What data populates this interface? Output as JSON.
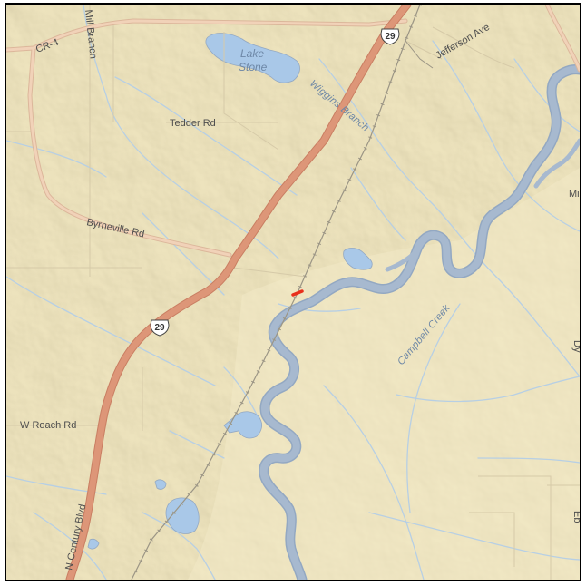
{
  "map": {
    "colors": {
      "land": "#ede3bd",
      "water": "#a9c8e8",
      "river": "#a7b9cf",
      "river_edge": "#93a8c2",
      "stream": "#b7cfe4",
      "highway": "#dd9678",
      "highway_edge": "#c97e62",
      "arterial": "#f1d2b8",
      "arterial_edge": "#dcb79b",
      "local_road": "#d6caa8",
      "railroad": "#9b9585",
      "marker": "#e8301c"
    },
    "highway_shields": [
      {
        "label": "29"
      },
      {
        "label": "29"
      }
    ],
    "roads": {
      "cr4": "CR-4",
      "jefferson": "Jefferson Ave",
      "tedder": "Tedder Rd",
      "byrneville": "Byrneville Rd",
      "w_roach": "W Roach Rd",
      "n_century": "N Century Blvd",
      "mill_branch": "Mill Branch",
      "edge_mi": "Mi",
      "edge_dy": "Dy",
      "edge_eb": "Eb"
    },
    "water": {
      "lake": "Lake Stone",
      "lake_line1": "Lake",
      "lake_line2": "Stone",
      "wiggins": "Wiggins Branch",
      "campbell": "Campbell Creek"
    },
    "marker_icon": "location-marker-icon"
  }
}
